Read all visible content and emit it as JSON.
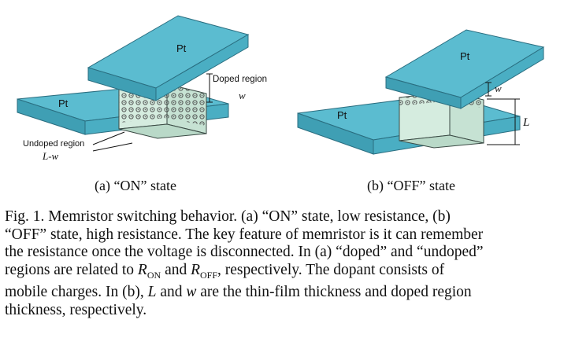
{
  "figure": {
    "panel_a": {
      "electrode_top": "Pt",
      "electrode_bottom": "Pt",
      "doped_label": "Doped region",
      "doped_symbol": "w",
      "undoped_label": "Undoped region",
      "undoped_symbol": "L-w",
      "sublabel": "(a) “ON” state"
    },
    "panel_b": {
      "electrode_top": "Pt",
      "electrode_bottom": "Pt",
      "w_symbol": "w",
      "L_symbol": "L",
      "sublabel": "(b) “OFF” state"
    },
    "caption": {
      "line1": "Fig. 1.   Memristor switching behavior. (a) “ON” state, low resistance, (b)",
      "line2": "“OFF” state, high resistance. The key feature of memristor is it can remember",
      "line3": "the resistance once the voltage is disconnected. In (a) “doped” and “undoped”",
      "line4_pre": "regions are related to ",
      "r_on_base": "R",
      "r_on_sub": "ON",
      "line4_mid": " and ",
      "r_off_base": "R",
      "r_off_sub": "OFF",
      "line4_post": ", respectively. The dopant consists of",
      "line5_pre": "mobile charges. In (b), ",
      "line5_L": "L",
      "line5_mid": " and ",
      "line5_w": "w",
      "line5_post": " are the thin-film thickness and doped region",
      "line6": "thickness, respectively."
    },
    "colors": {
      "electrode": "#5bbcd0",
      "electrode_edge": "#2a6e80",
      "film": "#d5ecdf",
      "film_edge": "#3a4a44"
    }
  }
}
